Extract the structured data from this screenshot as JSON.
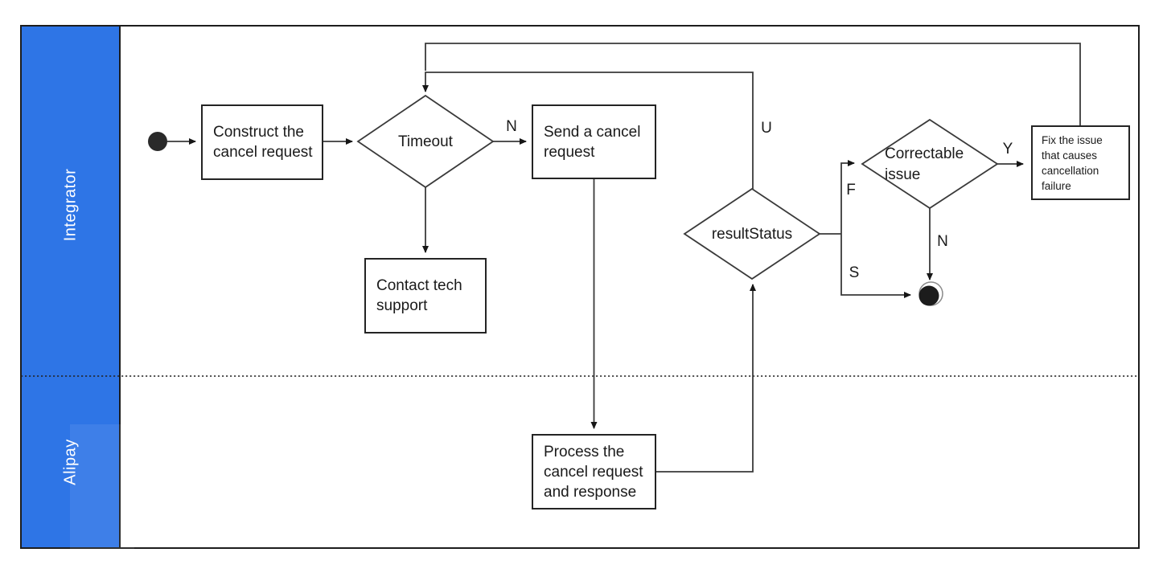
{
  "diagram": {
    "lanes": [
      {
        "id": "integrator",
        "label": "Integrator"
      },
      {
        "id": "alipay",
        "label": "Alipay"
      }
    ],
    "nodes": {
      "start": {
        "type": "initial-node"
      },
      "construct": {
        "lines": [
          "Construct the",
          "cancel request"
        ]
      },
      "timeout": {
        "label": "Timeout"
      },
      "send": {
        "lines": [
          "Send a cancel",
          "request"
        ]
      },
      "contact": {
        "lines": [
          "Contact tech",
          "support"
        ]
      },
      "process": {
        "lines": [
          "Process the",
          "cancel request",
          "and response"
        ]
      },
      "result_status": {
        "label": "resultStatus"
      },
      "correctable": {
        "lines": [
          "Correctable",
          "issue"
        ]
      },
      "fix": {
        "lines": [
          "Fix the issue",
          "that causes",
          "cancellation",
          "failure"
        ]
      },
      "end": {
        "type": "final-node"
      }
    },
    "edge_labels": {
      "timeout_no": "N",
      "result_unknown": "U",
      "result_fail": "F",
      "result_success": "S",
      "correctable_yes": "Y",
      "correctable_no": "N"
    },
    "colors": {
      "lane_blue": "#2E75E6",
      "line": "#3a3a3a",
      "text": "#1a1a1a"
    }
  }
}
